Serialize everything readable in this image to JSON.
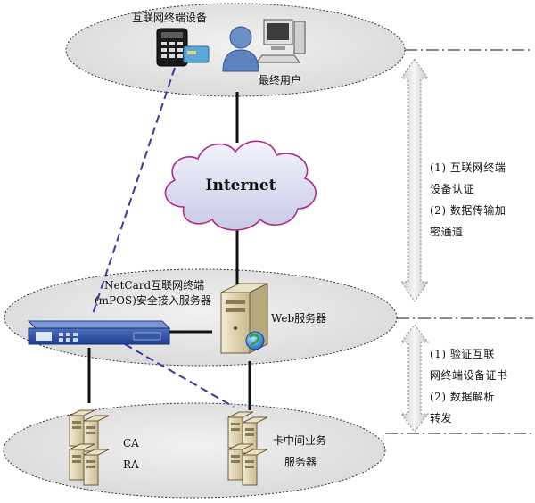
{
  "zones": {
    "top": {
      "device_label": "互联网终端设备",
      "user_label": "最终用户"
    },
    "cloud": {
      "label": "Internet"
    },
    "middle": {
      "netcard_line1": "NetCard互联网终端",
      "netcard_line2": "(mPOS)安全接入服务器",
      "web_label": "Web服务器"
    },
    "bottom": {
      "ca_label": "CA",
      "ra_label": "RA",
      "card_line1": "卡中间业务",
      "card_line2": "服务器"
    }
  },
  "notes": {
    "upper": [
      "(1)  互联网终端",
      "设备认证",
      "(2)  数据传输加",
      "密通道"
    ],
    "lower": [
      "(1)  验证互联",
      "网终端设备证书",
      "(2)  数据解析",
      "转发"
    ]
  }
}
